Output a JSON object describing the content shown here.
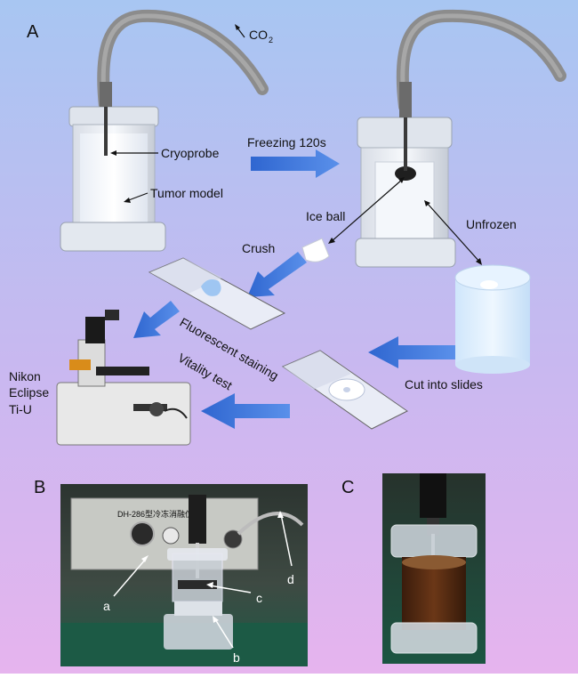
{
  "panels": {
    "a": "A",
    "b": "B",
    "c": "C"
  },
  "panel_a": {
    "co2": {
      "base": "CO",
      "sub": "2"
    },
    "cryoprobe": "Cryoprobe",
    "tumor_model": "Tumor model",
    "freezing": "Freezing 120s",
    "ice_ball": "Ice ball",
    "unfrozen": "Unfrozen",
    "crush": "Crush",
    "fluorescent": "Fluorescent staining",
    "vitality": "Vitality test",
    "cut": "Cut into slides",
    "microscope": [
      "Nikon",
      "Eclipse",
      "Ti-U"
    ]
  },
  "panel_b": {
    "device_label": "DH-286型冷冻消融仪",
    "labels": {
      "a": "a",
      "b": "b",
      "c": "c",
      "d": "d"
    }
  },
  "colors": {
    "bg_top": "#a8c8f0",
    "bg_bottom": "#e2b6f2",
    "arrow_blue": "#3b73d9",
    "hose": "#8c8c8c"
  }
}
